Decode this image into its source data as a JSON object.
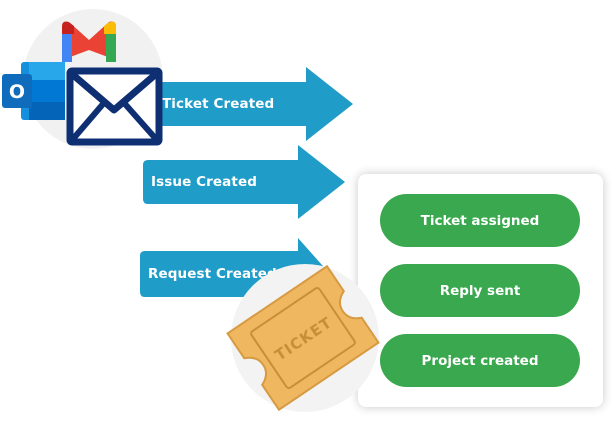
{
  "inputs": [
    {
      "label": "Ticket Created"
    },
    {
      "label": "Issue Created"
    },
    {
      "label": "Request Created"
    }
  ],
  "outputs": [
    {
      "label": "Ticket assigned"
    },
    {
      "label": "Reply sent"
    },
    {
      "label": "Project created"
    }
  ],
  "icons": {
    "gmail": "gmail-icon",
    "outlook": "outlook-icon",
    "mail": "mail-envelope-icon",
    "ticket": "ticket-icon"
  },
  "ticket": {
    "stamp_text": "TICKET"
  },
  "outlook": {
    "letter": "O"
  },
  "colors": {
    "arrow": "#1f9cc7",
    "pill": "#3aa84e",
    "ticket": "#efb75f",
    "ticket_stroke": "#c98f38",
    "envelope": "#0f2f73",
    "outlook": "#0f6cbd",
    "halo": "#f1f1f1"
  }
}
